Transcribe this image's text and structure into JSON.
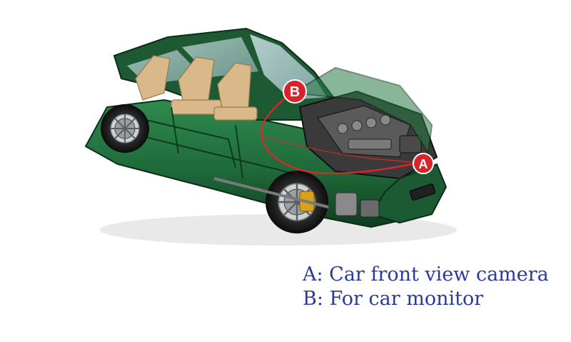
{
  "markers": {
    "a_letter": "A",
    "b_letter": "B"
  },
  "legend": {
    "line_a": "A: Car front view camera",
    "line_b": "B: For car monitor"
  },
  "colors": {
    "marker_fill": "#d8232a",
    "wire": "#e0262a",
    "body_green": "#1f6a3a",
    "body_dark": "#0f3d20",
    "interior_tan": "#d9b98a",
    "legend_text": "#2a3a9a"
  }
}
